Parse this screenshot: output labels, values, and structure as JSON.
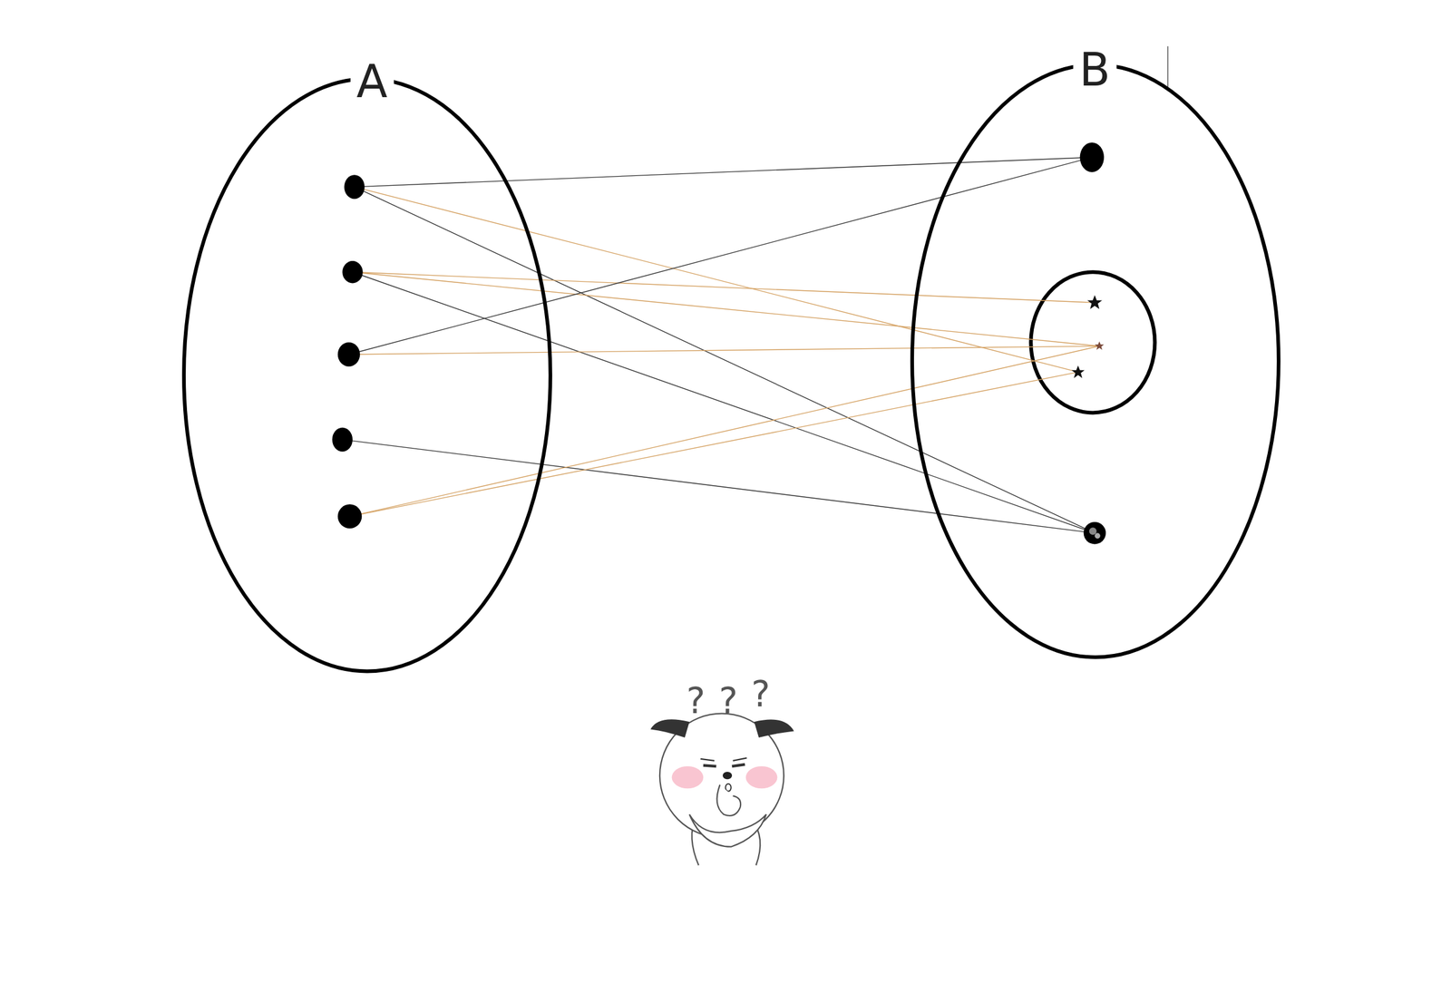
{
  "diagram": {
    "nodes": [
      {
        "text": [
          "A"
        ]
      },
      {
        "text": [
          "B"
        ]
      }
    ],
    "labels": [
      "?",
      "?",
      "?"
    ]
  }
}
